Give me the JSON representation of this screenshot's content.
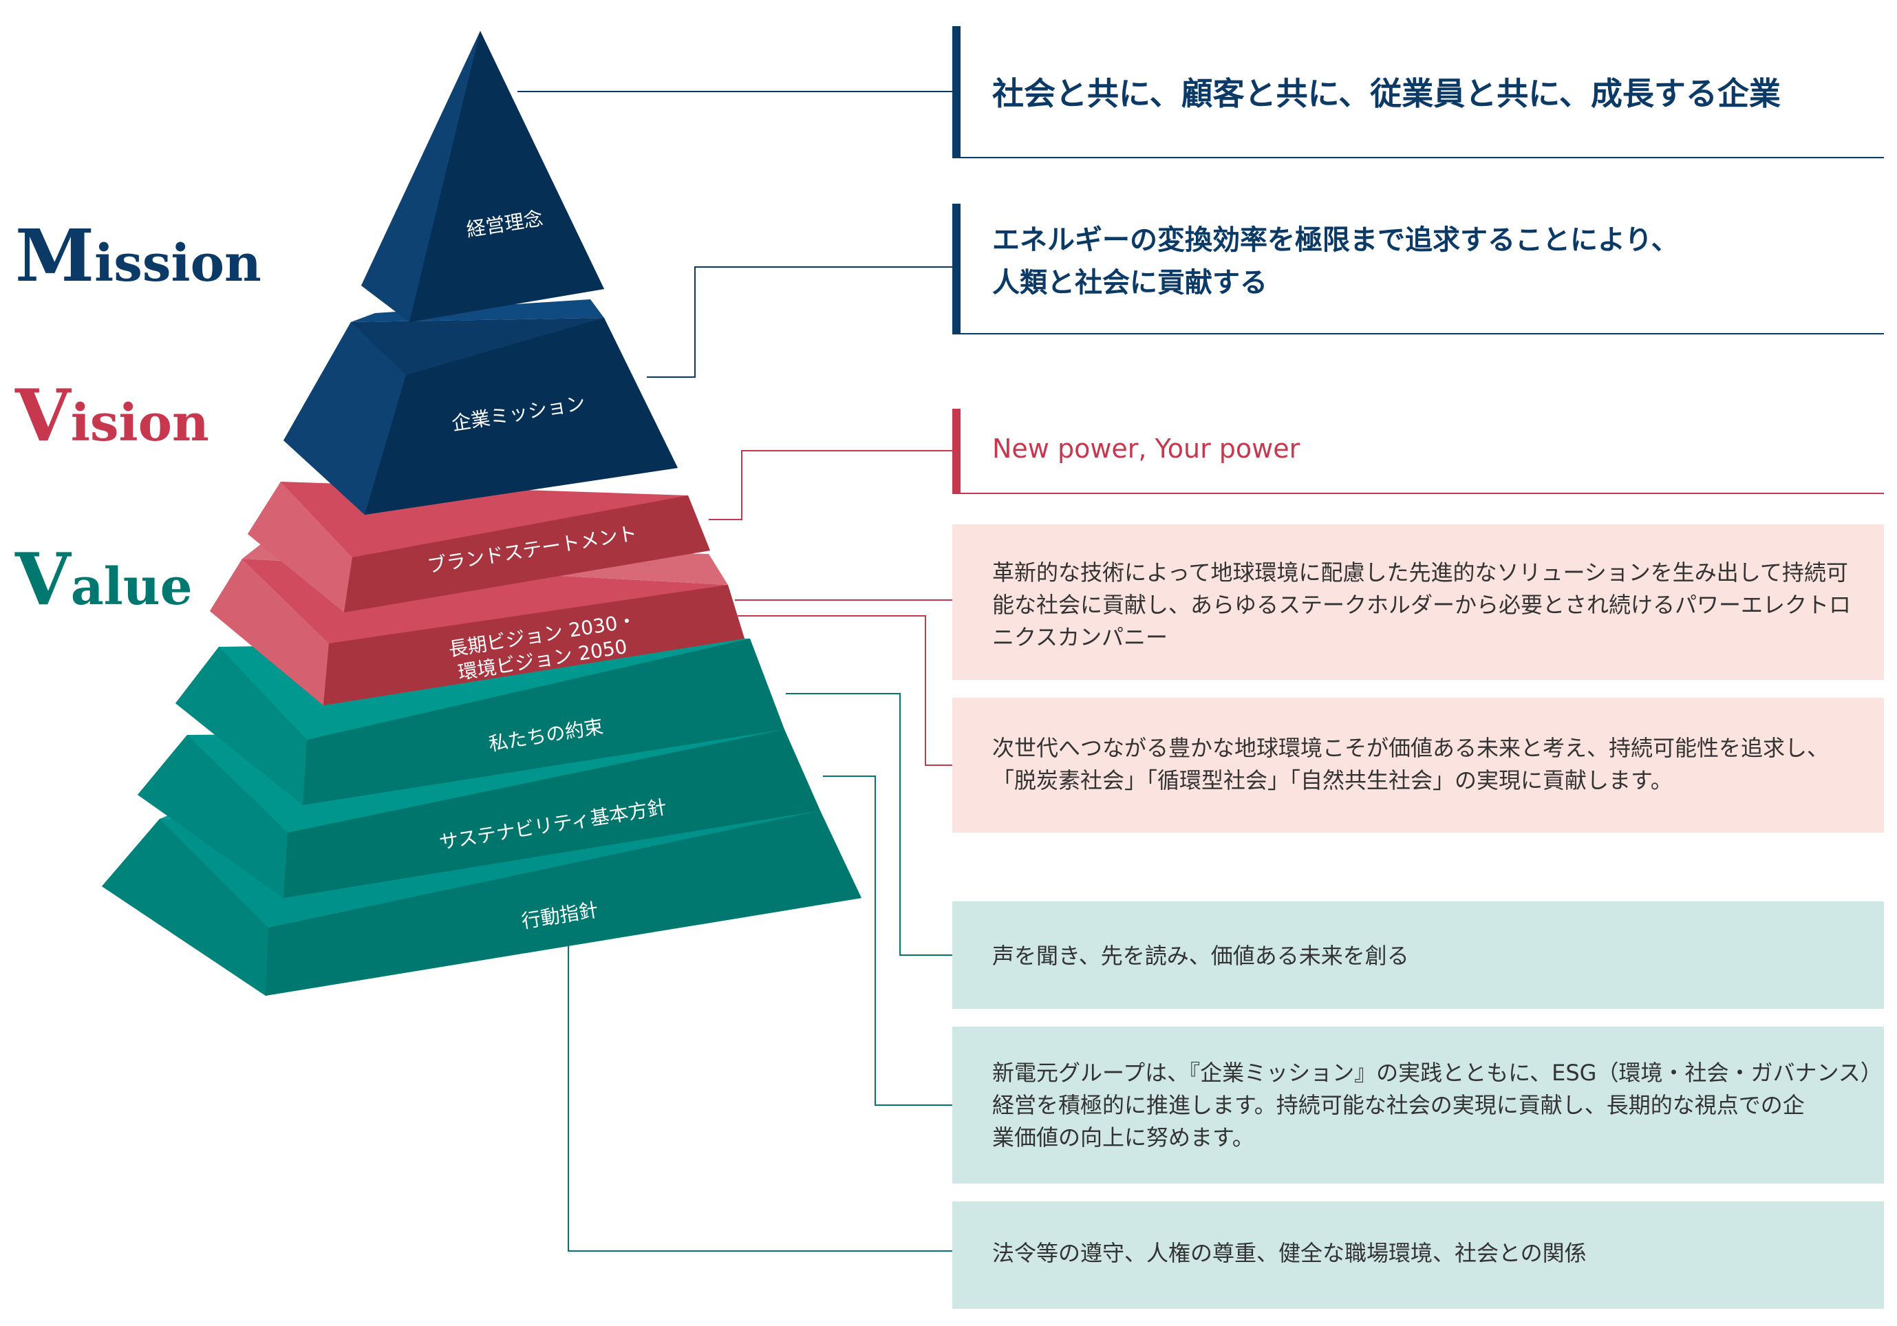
{
  "sections": {
    "mission": {
      "cap": "M",
      "rest": "ission"
    },
    "vision": {
      "cap": "V",
      "rest": "ision"
    },
    "value": {
      "cap": "V",
      "rest": "alue"
    }
  },
  "pyramid": {
    "philosophy": "経営理念",
    "mission": "企業ミッション",
    "brand": "ブランドステートメント",
    "vision_line1": "長期ビジョン 2030・",
    "vision_line2": "環境ビジョン 2050",
    "promise": "私たちの約束",
    "sustainability": "サステナビリティ基本方針",
    "conduct": "行動指針"
  },
  "statements": {
    "philosophy": "社会と共に、顧客と共に、従業員と共に、成長する企業",
    "mission_line1": "エネルギーの変換効率を極限まで追求することにより、",
    "mission_line2": "人類と社会に貢献する",
    "brand": "New power, Your power",
    "vision2030_line1": "革新的な技術によって地球環境に配慮した先進的なソリューションを生み出して持続可",
    "vision2030_line2": "能な社会に貢献し、あらゆるステークホルダーから必要とされ続けるパワーエレクトロ",
    "vision2030_line3": "ニクスカンパニー",
    "vision2050_line1": "次世代へつながる豊かな地球環境こそが価値ある未来と考え、持続可能性を追求し、",
    "vision2050_line2": "「脱炭素社会」「循環型社会」「自然共生社会」の実現に貢献します。",
    "promise": "声を聞き、先を読み、価値ある未来を創る",
    "sustainability_line1": "新電元グループは、『企業ミッション』の実践とともに、ESG（環境・社会・ガバナンス）",
    "sustainability_line2": "経営を積極的に推進します。持続可能な社会の実現に貢献し、長期的な視点での企",
    "sustainability_line3": "業価値の向上に努めます。",
    "conduct": "法令等の遵守、人権の尊重、健全な職場環境、社会との関係"
  },
  "colors": {
    "navy": "#0b3a66",
    "navy_dark": "#062f55",
    "crimson": "#c7384e",
    "crimson_light": "#d5606f",
    "teal": "#00938a",
    "teal_dark": "#00786f",
    "pink_bg": "#fbe3df",
    "teal_bg": "#cfe8e5"
  }
}
